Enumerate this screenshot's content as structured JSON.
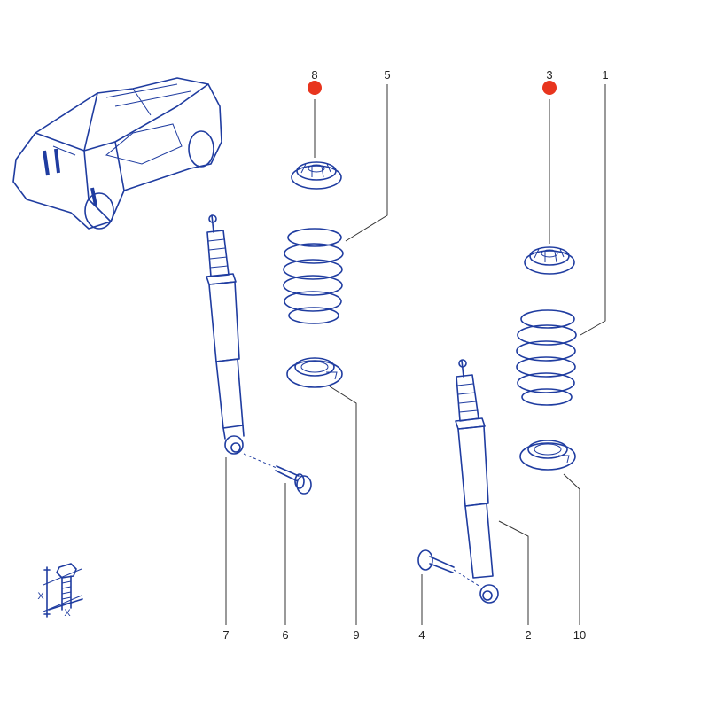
{
  "colors": {
    "line": "#1f3ca0",
    "marker": "#e8351e",
    "leader": "#333333"
  },
  "callouts": {
    "c1": "1",
    "c2": "2",
    "c3": "3",
    "c4": "4",
    "c5": "5",
    "c6": "6",
    "c7": "7",
    "c8": "8",
    "c9": "9",
    "c10": "10"
  },
  "torque_icon": {
    "label_vertical": "X",
    "label_horizontal": "X"
  }
}
